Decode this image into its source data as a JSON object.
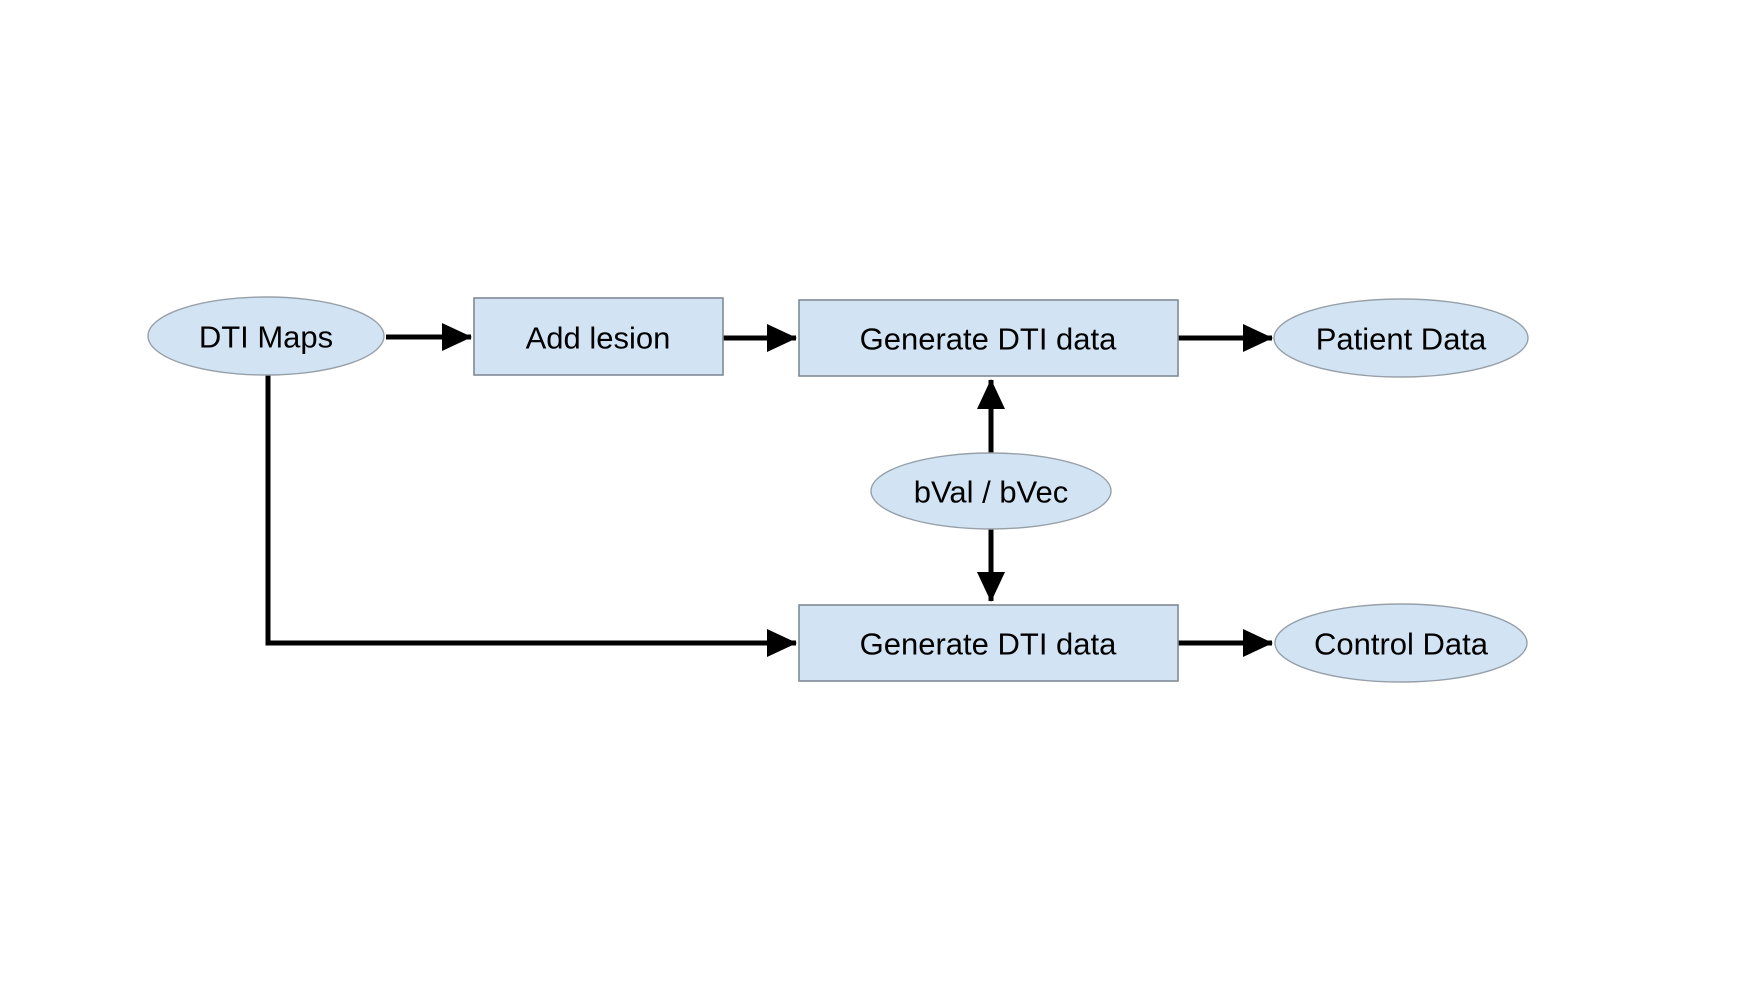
{
  "page": {
    "background": "#ffffff"
  },
  "diagram": {
    "type": "flowchart",
    "style": {
      "node_fill": "#d2e4f3",
      "rect_border": "#7f8a95",
      "ellipse_border": "#97a0a9",
      "arrow_color": "#000000",
      "text_color": "#000000"
    },
    "nodes": {
      "dti_maps": {
        "label": "DTI Maps",
        "shape": "ellipse"
      },
      "add_lesion": {
        "label": "Add lesion",
        "shape": "rect"
      },
      "generate_dti_top": {
        "label": "Generate DTI data",
        "shape": "rect"
      },
      "patient_data": {
        "label": "Patient Data",
        "shape": "ellipse"
      },
      "bval_bvec": {
        "label": "bVal / bVec",
        "shape": "ellipse"
      },
      "generate_dti_bottom": {
        "label": "Generate DTI data",
        "shape": "rect"
      },
      "control_data": {
        "label": "Control Data",
        "shape": "ellipse"
      }
    },
    "edges": [
      {
        "from": "dti_maps",
        "to": "add_lesion"
      },
      {
        "from": "add_lesion",
        "to": "generate_dti_top"
      },
      {
        "from": "generate_dti_top",
        "to": "patient_data"
      },
      {
        "from": "bval_bvec",
        "to": "generate_dti_top"
      },
      {
        "from": "bval_bvec",
        "to": "generate_dti_bottom"
      },
      {
        "from": "dti_maps",
        "to": "generate_dti_bottom"
      },
      {
        "from": "generate_dti_bottom",
        "to": "control_data"
      }
    ]
  }
}
